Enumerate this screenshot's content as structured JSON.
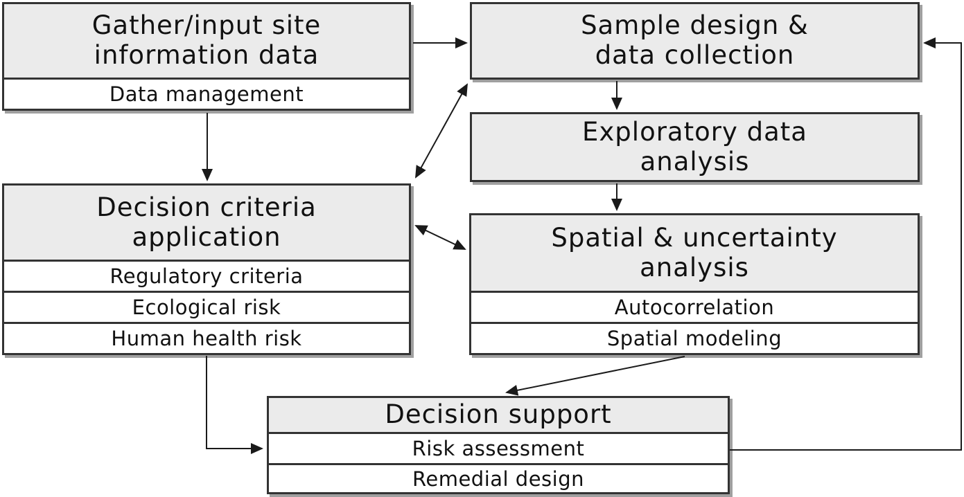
{
  "diagram": {
    "boxes": {
      "gather": {
        "title_lines": [
          "Gather/input site",
          "information data"
        ],
        "rows": [
          "Data management"
        ]
      },
      "sample": {
        "title_lines": [
          "Sample design &",
          "data collection"
        ],
        "rows": []
      },
      "exploratory": {
        "title_lines": [
          "Exploratory data",
          "analysis"
        ],
        "rows": []
      },
      "decision_criteria": {
        "title_lines": [
          "Decision criteria",
          "application"
        ],
        "rows": [
          "Regulatory criteria",
          "Ecological risk",
          "Human health risk"
        ]
      },
      "spatial": {
        "title_lines": [
          "Spatial & uncertainty",
          "analysis"
        ],
        "rows": [
          "Autocorrelation",
          "Spatial modeling"
        ]
      },
      "decision_support": {
        "title_lines": [
          "Decision support"
        ],
        "rows": [
          "Risk assessment",
          "Remedial design"
        ]
      }
    },
    "colors": {
      "box_fill": "#ebebeb",
      "row_fill": "#ffffff",
      "border": "#333333",
      "shadow": "#a0a0a0",
      "arrow": "#1a1a1a",
      "background": "#ffffff",
      "text": "#111111"
    }
  }
}
